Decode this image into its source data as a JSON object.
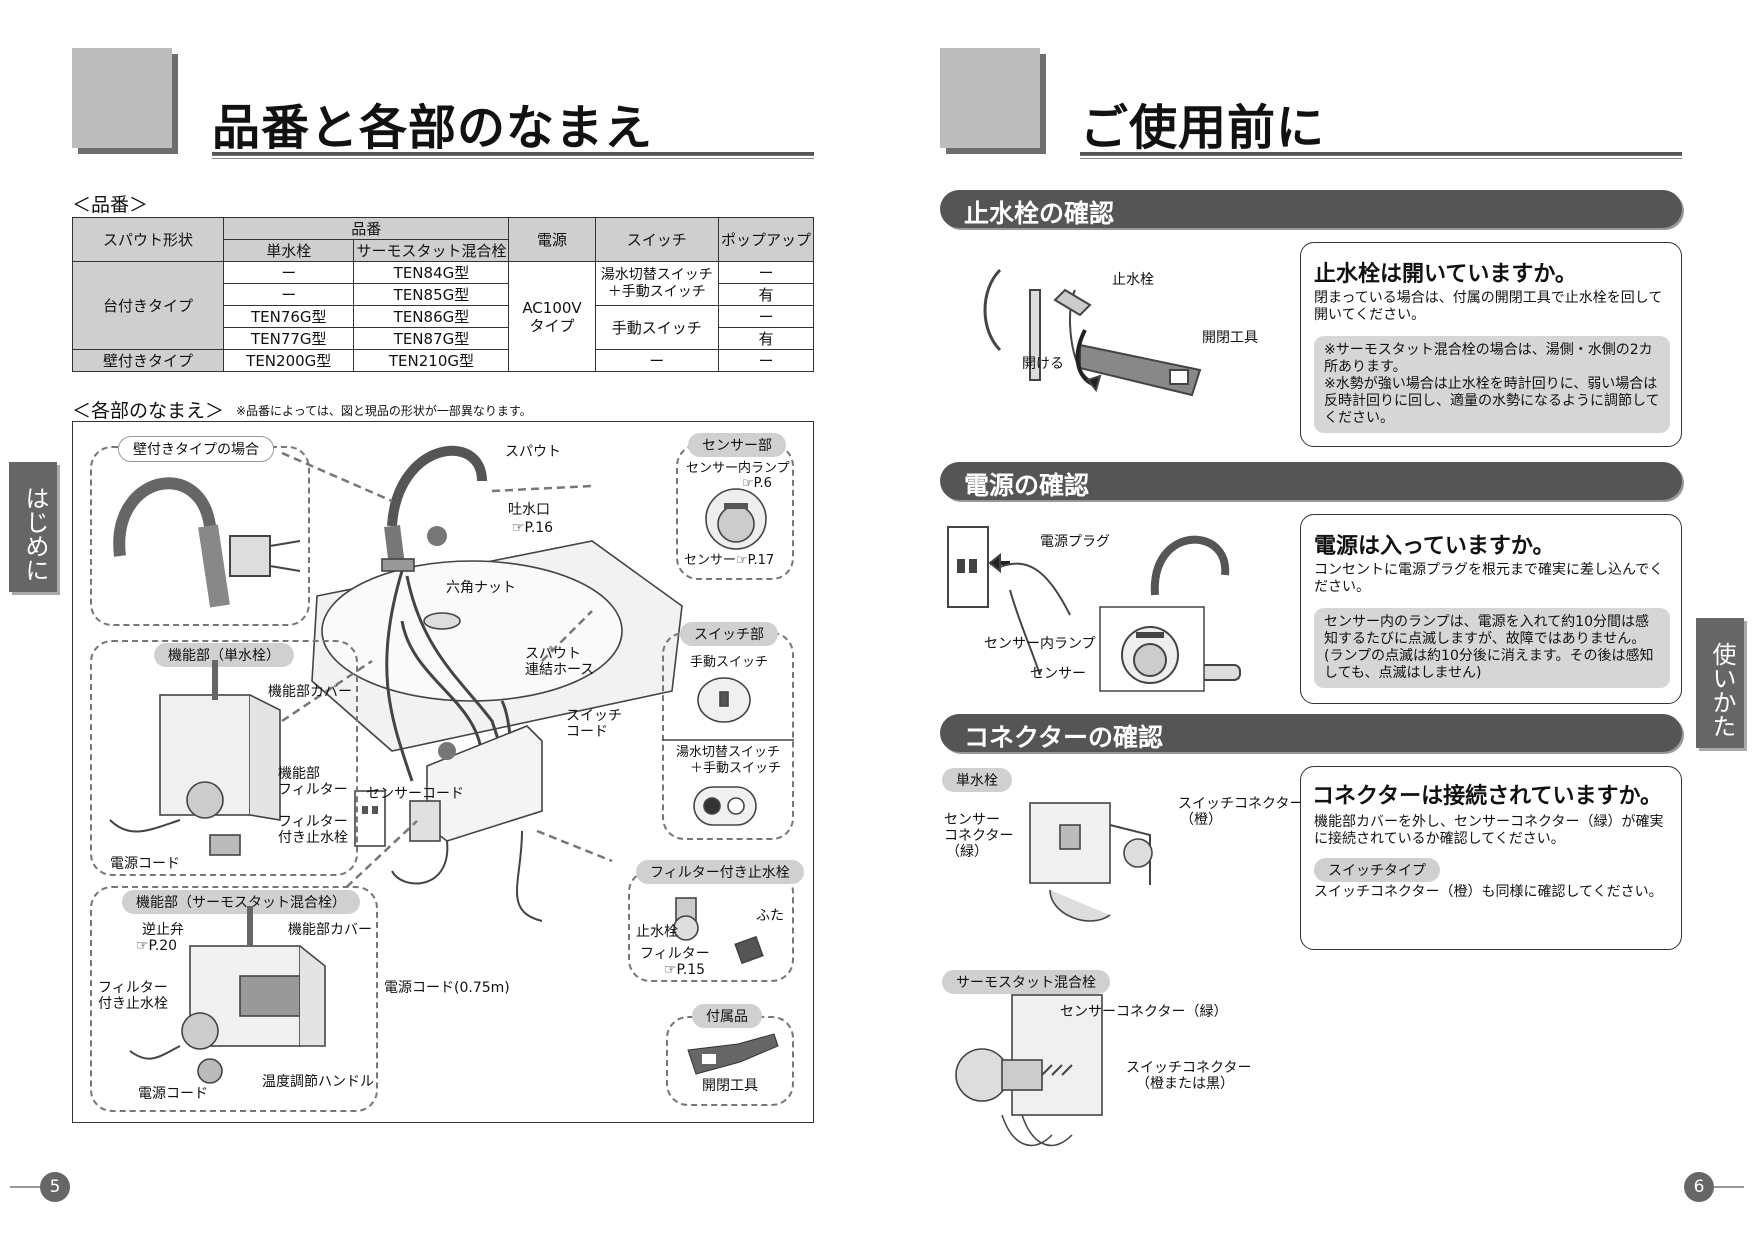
{
  "left_page": {
    "title": "品番と各部のなまえ",
    "section_hinban": "＜品番＞",
    "section_buhin": "＜各部のなまえ＞",
    "buhin_note": "※品番によっては、図と現品の形状が一部異なります。",
    "table": {
      "h_spout": "スパウト形状",
      "h_hinban": "品番",
      "h_tansui": "単水栓",
      "h_thermo": "サーモスタット混合栓",
      "h_dengen": "電源",
      "h_switch": "スイッチ",
      "h_popup": "ポップアップ",
      "type_dai": "台付きタイプ",
      "type_kabe": "壁付きタイプ",
      "dengen_val_1": "AC100V",
      "dengen_val_2": "タイプ",
      "switch_1a": "湯水切替スイッチ",
      "switch_1b": "＋手動スイッチ",
      "switch_2": "手動スイッチ",
      "switch_3": "ー",
      "rows": [
        {
          "tansui": "ー",
          "thermo": "TEN84G型",
          "popup": "ー"
        },
        {
          "tansui": "ー",
          "thermo": "TEN85G型",
          "popup": "有"
        },
        {
          "tansui": "TEN76G型",
          "thermo": "TEN86G型",
          "popup": "ー"
        },
        {
          "tansui": "TEN77G型",
          "thermo": "TEN87G型",
          "popup": "有"
        },
        {
          "tansui": "TEN200G型",
          "thermo": "TEN210G型",
          "popup": "ー"
        }
      ]
    },
    "diagram": {
      "box_kabe": "壁付きタイプの場合",
      "box_kinou_tan": "機能部（単水栓）",
      "box_kinou_thermo": "機能部（サーモスタット混合栓）",
      "box_sensor": "センサー部",
      "box_switch": "スイッチ部",
      "box_filter": "フィルター付き止水栓",
      "box_fuzoku": "付属品",
      "spout": "スパウト",
      "tosuiko": "吐水口",
      "tosuiko_ref": "☞P.16",
      "rokkaku": "六角ナット",
      "spout_hose_1": "スパウト",
      "spout_hose_2": "連結ホース",
      "switch_cord_1": "スイッチ",
      "switch_cord_2": "コード",
      "sensor_cord": "センサーコード",
      "dengen_cord_075": "電源コード(0.75m)",
      "sensor_lamp": "センサー内ランプ",
      "sensor_lamp_ref": "☞P.6",
      "sensor_ref": "センサー☞P.17",
      "shudo_switch": "手動スイッチ",
      "yusui_1": "湯水切替スイッチ",
      "yusui_2": "＋手動スイッチ",
      "kinou_cover": "機能部カバー",
      "kinou_filter_1": "機能部",
      "kinou_filter_2": "フィルター",
      "filter_shisui_1": "フィルター",
      "filter_shisui_2": "付き止水栓",
      "dengen_cord": "電源コード",
      "gyakushiben": "逆止弁",
      "gyakushiben_ref": "☞P.20",
      "kinou_cover_2": "機能部カバー",
      "filter_shisui2_1": "フィルター",
      "filter_shisui2_2": "付き止水栓",
      "ondo_handle": "温度調節ハンドル",
      "dengen_cord_2": "電源コード",
      "shisuisen": "止水栓",
      "futa": "ふた",
      "filter": "フィルター",
      "filter_ref": "☞P.15",
      "kaihei": "開閉工具"
    },
    "side_tab": "はじめに",
    "page_number": "5"
  },
  "right_page": {
    "title": "ご使用前に",
    "band_1": "止水栓の確認",
    "band_2": "電源の確認",
    "band_3": "コネクターの確認",
    "card_1": {
      "title": "止水栓は開いていますか。",
      "text": "閉まっている場合は、付属の開閉工具で止水栓を回して開いてください。",
      "note_1": "※サーモスタット混合栓の場合は、湯側・水側の2カ所あります。",
      "note_2": "※水勢が強い場合は止水栓を時計回りに、弱い場合は反時計回りに回し、適量の水勢になるように調節してください。"
    },
    "card_2": {
      "title": "電源は入っていますか。",
      "text": "コンセントに電源プラグを根元まで確実に差し込んでください。",
      "note": "センサー内のランプは、電源を入れて約10分間は感知するたびに点滅しますが、故障ではありません。(ランプの点滅は約10分後に消えます。その後は感知しても、点滅はしません)"
    },
    "card_3": {
      "title": "コネクターは接続されていますか。",
      "text": "機能部カバーを外し、センサーコネクター（緑）が確実に接続されているか確認してください。",
      "pill": "スイッチタイプ",
      "text_2": "スイッチコネクター（橙）も同様に確認してください。"
    },
    "fig_1": {
      "shisuisen": "止水栓",
      "akeru": "開ける",
      "kaihei": "開閉工具"
    },
    "fig_2": {
      "plug": "電源プラグ",
      "lamp": "センサー内ランプ",
      "sensor": "センサー"
    },
    "fig_3": {
      "pill_tan": "単水栓",
      "pill_thermo": "サーモスタット混合栓",
      "sensor_con_1": "センサー",
      "sensor_con_2": "コネクター",
      "sensor_con_3": "（緑）",
      "switch_con_1": "スイッチコネクター",
      "switch_con_2": "（橙）",
      "sensor_con_g": "センサーコネクター（緑）",
      "switch_con_b1": "スイッチコネクター",
      "switch_con_b2": "（橙または黒）"
    },
    "side_tab": "使いかた",
    "page_number": "6"
  },
  "colors": {
    "band": "#555555",
    "header_box": "#bcbcbc",
    "table_header": "#cfcfcf",
    "note_bg": "#d6d6d6"
  }
}
